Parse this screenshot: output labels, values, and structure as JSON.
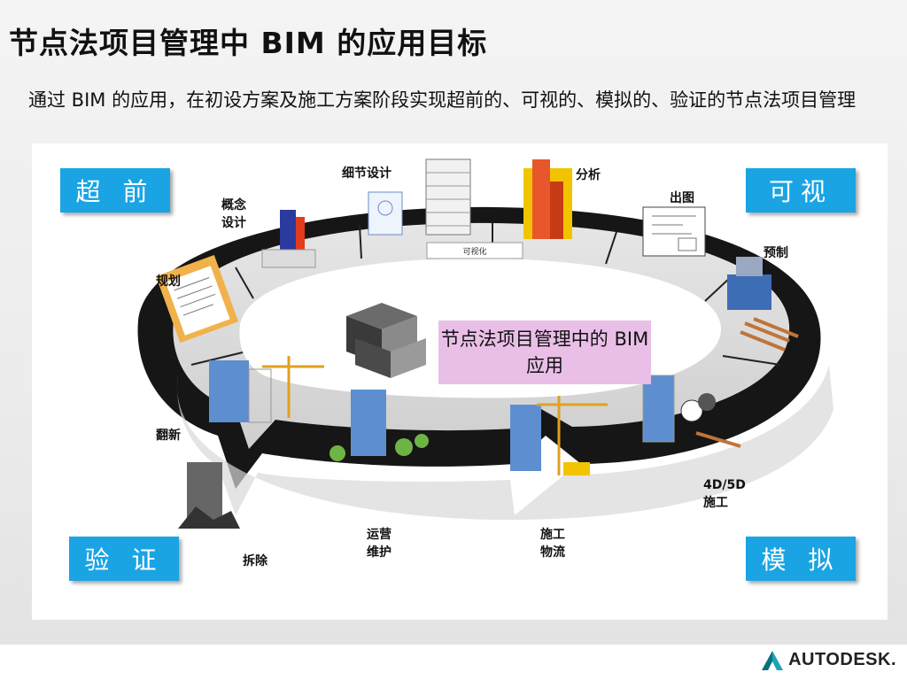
{
  "slide": {
    "title": "节点法项目管理中 BIM 的应用目标",
    "subtitle": "通过 BIM 的应用，在初设方案及施工方案阶段实现超前的、可视的、模拟的、验证的节点法项目管理"
  },
  "corners": {
    "advance": "超 前",
    "visual": "可视",
    "simulate": "模 拟",
    "verify": "验 证"
  },
  "center_label": "节点法项目管理中的 BIM 应用",
  "ring_tag": "可视化",
  "stages": {
    "concept": "概念\n设计",
    "detail": "细节设计",
    "analysis": "分析",
    "drawing": "出图",
    "prefab": "预制",
    "planning": "规划",
    "renovation": "翻新",
    "construction": "4D/5D\n施工",
    "logistics": "施工\n物流",
    "operation": "运营\n维护",
    "demolition": "拆除"
  },
  "logo": {
    "text": "AUTODESK."
  },
  "colors": {
    "corner_blue": "#1aa4e4",
    "center_pink": "#e9bfe7",
    "logo_teal": "#1fa3b8"
  }
}
